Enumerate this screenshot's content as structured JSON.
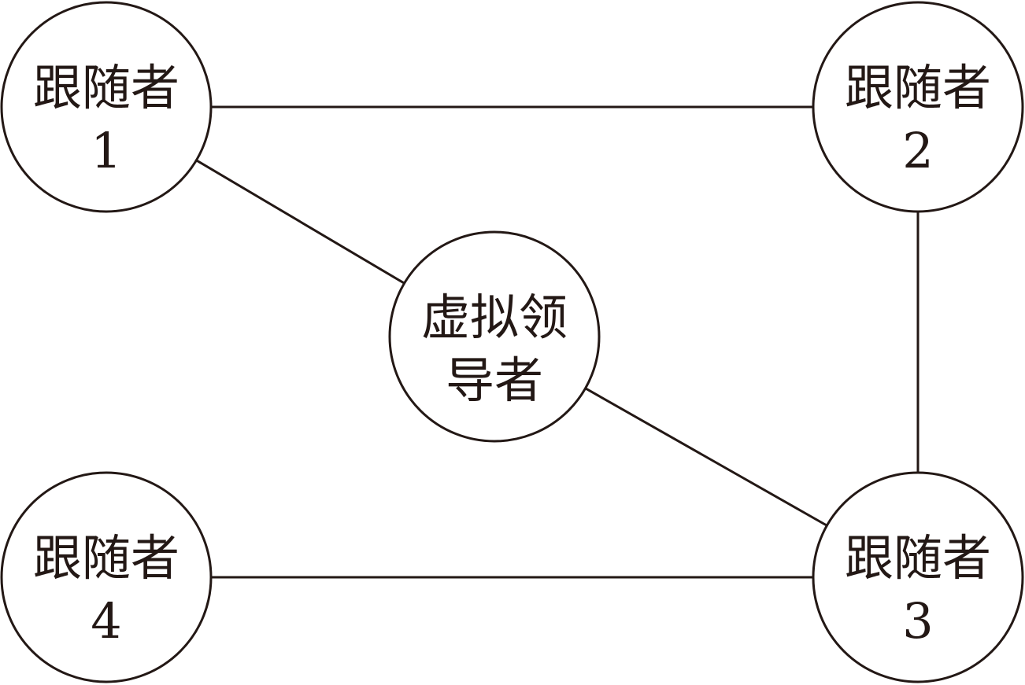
{
  "diagram": {
    "nodes": [
      {
        "id": "follower-1",
        "line1": "跟随者",
        "line2": "1"
      },
      {
        "id": "follower-2",
        "line1": "跟随者",
        "line2": "2"
      },
      {
        "id": "virtual-leader",
        "line1": "虚拟领",
        "line2": "导者"
      },
      {
        "id": "follower-4",
        "line1": "跟随者",
        "line2": "4"
      },
      {
        "id": "follower-3",
        "line1": "跟随者",
        "line2": "3"
      }
    ],
    "edges": [
      {
        "from": "follower-1",
        "to": "follower-2"
      },
      {
        "from": "follower-1",
        "to": "virtual-leader"
      },
      {
        "from": "virtual-leader",
        "to": "follower-3"
      },
      {
        "from": "follower-2",
        "to": "follower-3"
      },
      {
        "from": "follower-4",
        "to": "follower-3"
      }
    ],
    "colors": {
      "stroke": "#231815",
      "fill": "#ffffff"
    }
  }
}
